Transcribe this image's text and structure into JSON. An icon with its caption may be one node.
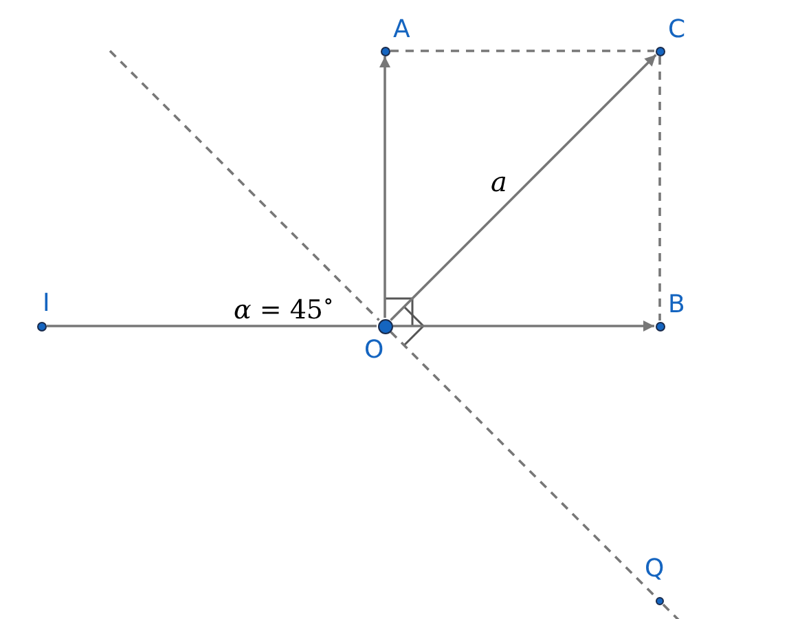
{
  "diagram": {
    "nodes": [
      {
        "text": [],
        "shape": "circle",
        "beside": [
          "A"
        ]
      },
      {
        "text": [],
        "shape": "circle",
        "beside": [
          "C"
        ]
      },
      {
        "text": [],
        "shape": "circle",
        "beside": [
          "I"
        ]
      },
      {
        "text": [],
        "shape": "circle",
        "beside": [
          "O"
        ]
      },
      {
        "text": [],
        "shape": "circle",
        "beside": [
          "B"
        ]
      },
      {
        "text": [],
        "shape": "circle",
        "beside": [
          "Q"
        ]
      }
    ],
    "edges": [
      {
        "from": 3,
        "to": 0,
        "arrow": "to"
      },
      {
        "from": 3,
        "to": 1,
        "arrow": "to",
        "label": "a"
      },
      {
        "from": 3,
        "to": 4,
        "arrow": "to"
      },
      {
        "from": 2,
        "to": 3,
        "arrow": "none"
      },
      {
        "from": 0,
        "to": 1,
        "arrow": "none",
        "style": "dashed"
      },
      {
        "from": 1,
        "to": 4,
        "arrow": "none",
        "style": "dashed"
      },
      {
        "from": null,
        "to": 3,
        "arrow": "none",
        "style": "dashed"
      },
      {
        "from": 3,
        "to": 5,
        "arrow": "none",
        "style": "dashed"
      },
      {
        "from": 5,
        "to": null,
        "arrow": "none",
        "style": "dashed"
      }
    ],
    "labels": [
      "*α* = 45$^{∘}$"
    ]
  }
}
